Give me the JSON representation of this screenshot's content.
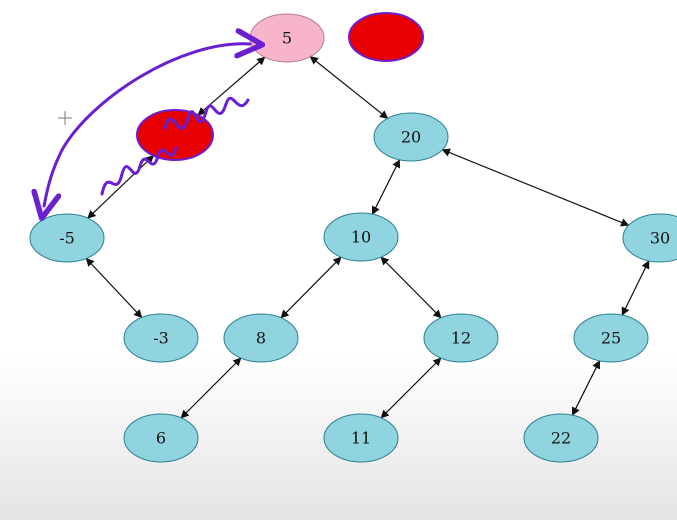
{
  "colors": {
    "node_fill": "#90d4df",
    "node_stroke": "#2b7f93",
    "root_fill": "#f7b4ca",
    "root_stroke": "#b47d8e",
    "highlight_fill": "#e60000",
    "highlight_stroke": "#6a1fd1",
    "edge": "#111111",
    "annotation": "#6a1fd1"
  },
  "nodes": [
    {
      "id": "n5",
      "label": "5",
      "style": "root"
    },
    {
      "id": "nred2",
      "label": "",
      "style": "highlight"
    },
    {
      "id": "n20",
      "label": "20",
      "style": "normal"
    },
    {
      "id": "nred1",
      "label": "",
      "style": "highlight"
    },
    {
      "id": "nm5",
      "label": "-5",
      "style": "normal"
    },
    {
      "id": "n10",
      "label": "10",
      "style": "normal"
    },
    {
      "id": "n30",
      "label": "30",
      "style": "normal"
    },
    {
      "id": "nm3",
      "label": "-3",
      "style": "normal"
    },
    {
      "id": "n8",
      "label": "8",
      "style": "normal"
    },
    {
      "id": "n12",
      "label": "12",
      "style": "normal"
    },
    {
      "id": "n25",
      "label": "25",
      "style": "normal"
    },
    {
      "id": "n6",
      "label": "6",
      "style": "normal"
    },
    {
      "id": "n11",
      "label": "11",
      "style": "normal"
    },
    {
      "id": "n22",
      "label": "22",
      "style": "normal"
    }
  ],
  "edges": [
    {
      "from": "n5",
      "to": "nred1"
    },
    {
      "from": "n5",
      "to": "n20"
    },
    {
      "from": "nred1",
      "to": "nm5"
    },
    {
      "from": "n20",
      "to": "n10"
    },
    {
      "from": "n20",
      "to": "n30"
    },
    {
      "from": "nm5",
      "to": "nm3"
    },
    {
      "from": "n10",
      "to": "n8"
    },
    {
      "from": "n10",
      "to": "n12"
    },
    {
      "from": "n30",
      "to": "n25"
    },
    {
      "from": "n8",
      "to": "n6"
    },
    {
      "from": "n12",
      "to": "n11"
    },
    {
      "from": "n25",
      "to": "n22"
    }
  ]
}
